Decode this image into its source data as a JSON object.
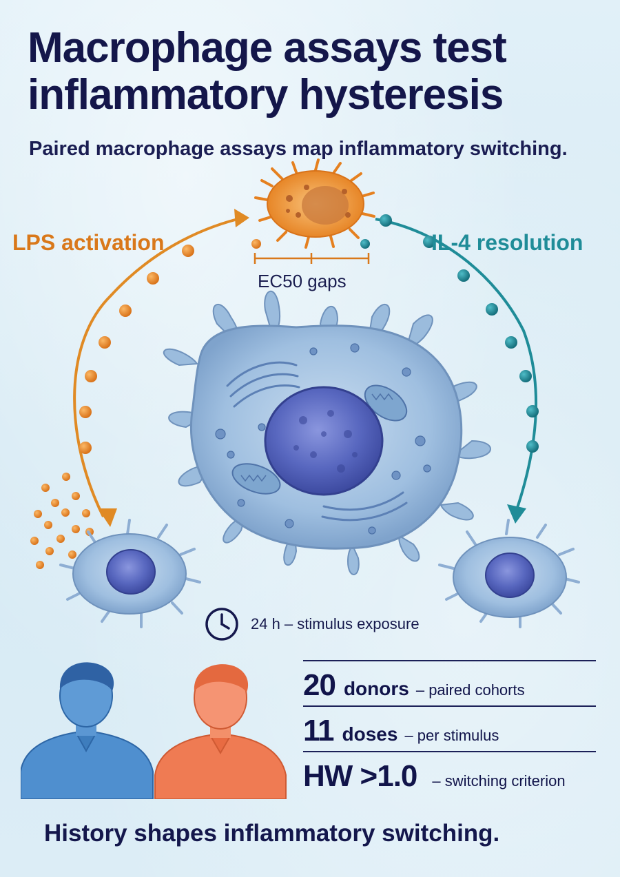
{
  "title_line1": "Macrophage assays test",
  "title_line2": "inflammatory hysteresis",
  "subtitle": "Paired macrophage assays map inflammatory switching.",
  "labels": {
    "lps": "LPS activation",
    "il4": "IL-4 resolution",
    "ec50": "EC50 gaps"
  },
  "timing": {
    "icon": "clock-icon",
    "text": "24 h – stimulus exposure"
  },
  "stats": [
    {
      "num": "20",
      "unit": "donors",
      "desc": "– paired cohorts"
    },
    {
      "num": "11",
      "unit": "doses",
      "desc": "– per stimulus"
    },
    {
      "num": "HW >1.0",
      "unit": "",
      "desc": "– switching criterion"
    }
  ],
  "footer": "History shapes inflammatory switching.",
  "colors": {
    "lps": "#e08a24",
    "il4": "#1f8c98",
    "cell": "#8fb3d6",
    "nucleus": "#4f5eb4",
    "navy": "#15184d",
    "person_blue": "#4f8fcf",
    "person_orange": "#ef7b53"
  }
}
